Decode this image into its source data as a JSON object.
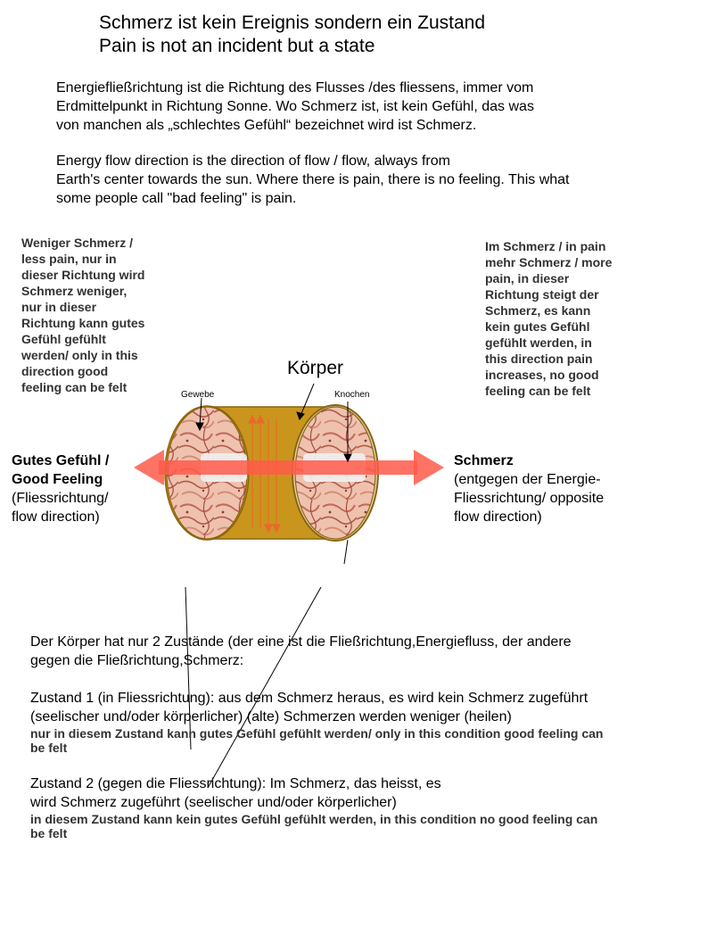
{
  "title": {
    "line1": "Schmerz ist kein Ereignis sondern ein Zustand",
    "line2": "Pain is not an incident but a state"
  },
  "intro": {
    "de": [
      "Energiefließrichtung ist die Richtung des Flusses /des fliessens, immer vom",
      "Erdmittelpunkt in Richtung Sonne. Wo Schmerz ist, ist kein Gefühl, das was",
      "von manchen als „schlechtes Gefühl“ bezeichnet wird ist Schmerz."
    ],
    "en": [
      "Energy flow direction is the direction of flow / flow, always from",
      "Earth's center towards the sun. Where there is pain, there is no feeling. This what",
      "some people call  \"bad feeling\" is pain."
    ]
  },
  "diagram": {
    "left_note": [
      "Weniger Schmerz /",
      "less pain, nur in",
      "dieser Richtung wird",
      "Schmerz weniger,",
      "nur in dieser",
      "Richtung kann gutes",
      "Gefühl gefühlt",
      "werden/ only in this",
      "direction good",
      "feeling can be felt"
    ],
    "right_note": [
      "Im Schmerz / in pain",
      "mehr Schmerz / more",
      "pain, in dieser",
      "Richtung steigt der",
      "Schmerz, es kann",
      "kein gutes Gefühl",
      "gefühlt werden, in",
      "this direction pain",
      "increases, no good",
      "feeling can be felt"
    ],
    "body_label": "Körper",
    "tissue_label": "Gewebe",
    "bone_label": "Knochen",
    "left_label_bold": [
      "Gutes Gefühl /",
      "Good Feeling"
    ],
    "left_label_norm": [
      "(Fliessrichtung/",
      "flow direction)"
    ],
    "right_label_bold": [
      "Schmerz"
    ],
    "right_label_norm": [
      "(entgegen der Energie-",
      "Fliessrichtung/ opposite",
      "flow direction)"
    ],
    "colors": {
      "cylinder": "#c9951c",
      "cylinder_edge": "#8a6510",
      "arrow": "#ff5a4a",
      "bone": "#f0f0f0",
      "tissue": "#eec2ae",
      "vertical_arrows": "#e86a2a"
    }
  },
  "states": {
    "intro": [
      "Der Körper hat nur 2 Zustände (der eine ist die Fließrichtung,Energiefluss, der andere",
      "gegen die Fließrichtung,Schmerz:"
    ],
    "state1_lines": [
      "Zustand 1 (in Fliessrichtung): aus dem Schmerz heraus, es wird kein Schmerz zugeführt",
      "(seelischer und/oder körperlicher) (alte) Schmerzen werden weniger (heilen)"
    ],
    "state1_bold": [
      "nur in diesem Zustand kann gutes Gefühl gefühlt werden/ only in this condition good feeling can",
      "be felt"
    ],
    "state2_lines": [
      "Zustand 2 (gegen die Fliessrichtung): Im Schmerz, das heisst, es",
      "wird Schmerz zugeführt (seelischer und/oder körperlicher)"
    ],
    "state2_bold": [
      "in diesem Zustand kann kein gutes Gefühl gefühlt werden, in this condition no good feeling can",
      "be felt"
    ]
  }
}
